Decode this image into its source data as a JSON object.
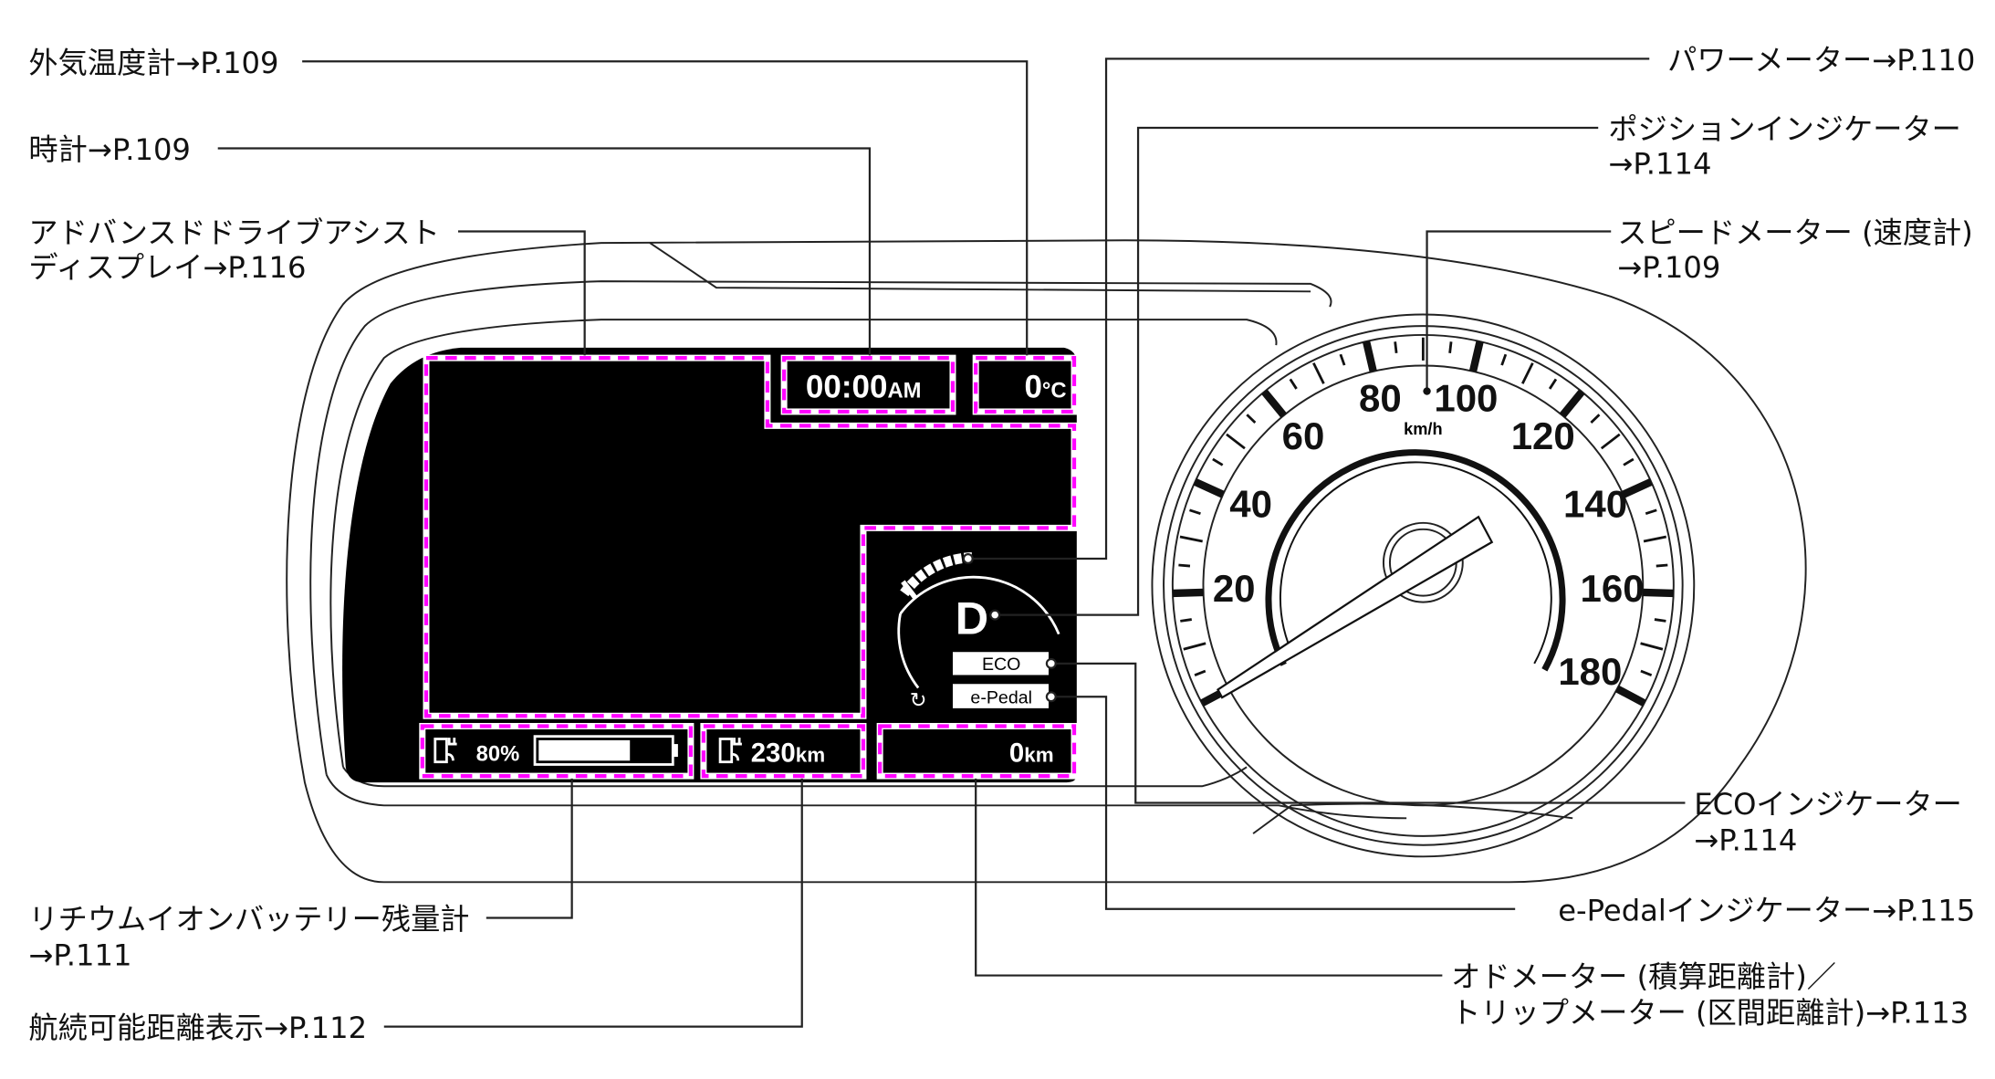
{
  "callouts": {
    "outside_temp": "外気温度計→P.109",
    "clock": "時計→P.109",
    "adas_line1": "アドバンスドドライブアシスト",
    "adas_line2": "ディスプレイ→P.116",
    "power_meter": "パワーメーター→P.110",
    "position_line1": "ポジションインジケーター",
    "position_line2": "→P.114",
    "speed_line1": "スピードメーター (速度計)",
    "speed_line2": "→P.109",
    "eco_line1": "ECOインジケーター",
    "eco_line2": "→P.114",
    "epedal": "e-Pedalインジケーター→P.115",
    "odo_line1": "オドメーター (積算距離計)／",
    "odo_line2": "トリップメーター (区間距離計)→P.113",
    "battery_line1": "リチウムイオンバッテリー残量計",
    "battery_line2": "→P.111",
    "range": "航続可能距離表示→P.112"
  },
  "display": {
    "clock_time": "00:00",
    "clock_ampm": "AM",
    "temp_value": "0",
    "temp_unit": "°C",
    "battery_percent": "80%",
    "battery_fill": 0.7,
    "range_value": "230",
    "range_unit": "km",
    "odo_value": "0",
    "odo_unit": "km",
    "gear": "D",
    "eco_label": "ECO",
    "epedal_label": "e-Pedal"
  },
  "speedometer": {
    "unit": "km/h",
    "labels": [
      "20",
      "40",
      "60",
      "80",
      "100",
      "120",
      "140",
      "160",
      "180"
    ],
    "min": 0,
    "max": 180,
    "needle_value": 0
  },
  "colors": {
    "highlight": "#ff00ff",
    "screen": "#000000"
  }
}
